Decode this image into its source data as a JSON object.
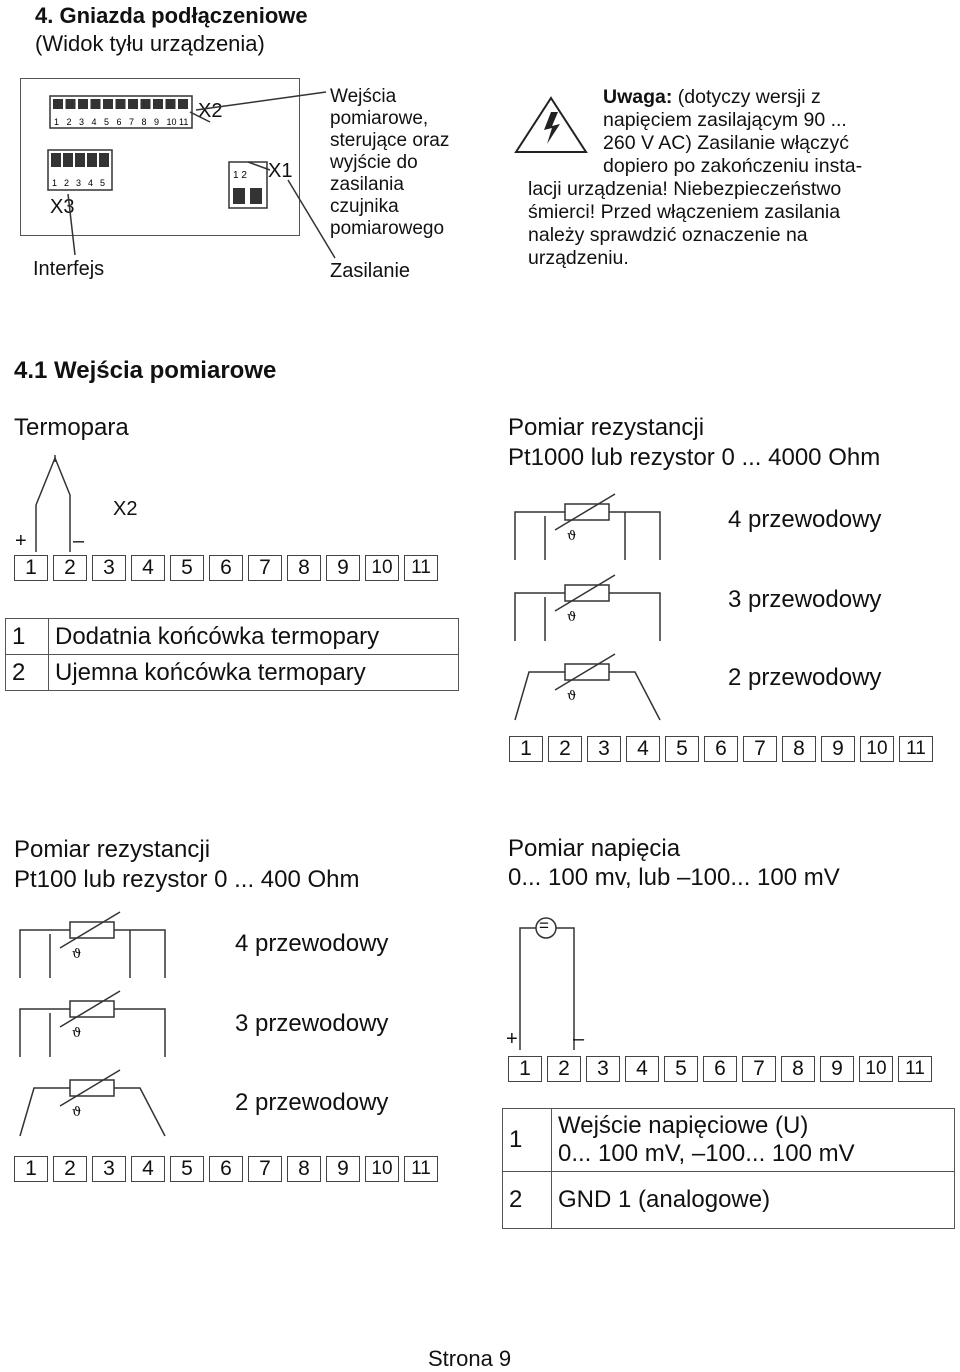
{
  "section4": {
    "title": "4. Gniazda podłączeniowe",
    "subtitle": "(Widok tyłu urządzenia)"
  },
  "device_diagram": {
    "x2": "X2",
    "x1": "X1",
    "x3": "X3",
    "interfejs": "Interfejs",
    "zasilanie": "Zasilanie",
    "inputs_desc": [
      "Wejścia",
      "pomiarowe,",
      "sterujące oraz",
      "wyjście do",
      "zasilania",
      "czujnika",
      "pomiarowego"
    ],
    "pins_x2": [
      "1",
      "2",
      "3",
      "4",
      "5",
      "6",
      "7",
      "8",
      "9",
      "10",
      "11"
    ],
    "pins_x3": [
      "1",
      "2",
      "3",
      "4",
      "5"
    ],
    "pins_x1": [
      "1",
      "2"
    ]
  },
  "warning": {
    "label": "Uwaga:",
    "line1_rest": " (dotyczy wersji z",
    "line2": "napięciem zasilającym 90 ...",
    "line3": "260 V AC) Zasilanie włączyć",
    "line4": "dopiero po zakończeniu insta-",
    "line5": "lacji urządzenia! Niebezpieczeństwo",
    "line6": "śmierci! Przed włączeniem zasilania",
    "line7": "należy sprawdzić oznaczenie na",
    "line8": "urządzeniu."
  },
  "section41": {
    "title": "4.1 Wejścia pomiarowe"
  },
  "thermocouple": {
    "title": "Termopara",
    "plus": "+",
    "minus": "–",
    "x2": "X2",
    "rows": [
      {
        "num": "1",
        "text": "Dodatnia końcówka termopary"
      },
      {
        "num": "2",
        "text": "Ujemna końcówka termopary"
      }
    ]
  },
  "pt1000": {
    "title1": "Pomiar rezystancji",
    "title2": "Pt1000 lub rezystor 0 ... 4000 Ohm",
    "w4": "4 przewodowy",
    "w3": "3 przewodowy",
    "w2": "2 przewodowy"
  },
  "pt100": {
    "title1": "Pomiar rezystancji",
    "title2": "Pt100 lub rezystor 0 ... 400 Ohm",
    "w4": "4 przewodowy",
    "w3": "3 przewodowy",
    "w2": "2 przewodowy"
  },
  "voltage": {
    "title1": "Pomiar napięcia",
    "title2": "0... 100 mv, lub –100... 100 mV",
    "symbol": "=",
    "plus": "+",
    "minus": "–",
    "rows": [
      {
        "num": "1",
        "line1": "Wejście napięciowe (U)",
        "line2": "0... 100 mV,  –100... 100 mV"
      },
      {
        "num": "2",
        "text": "GND 1 (analogowe)"
      }
    ]
  },
  "theta": "ϑ",
  "terminals": [
    "1",
    "2",
    "3",
    "4",
    "5",
    "6",
    "7",
    "8",
    "9",
    "10",
    "11"
  ],
  "footer": {
    "page": "Strona 9"
  }
}
